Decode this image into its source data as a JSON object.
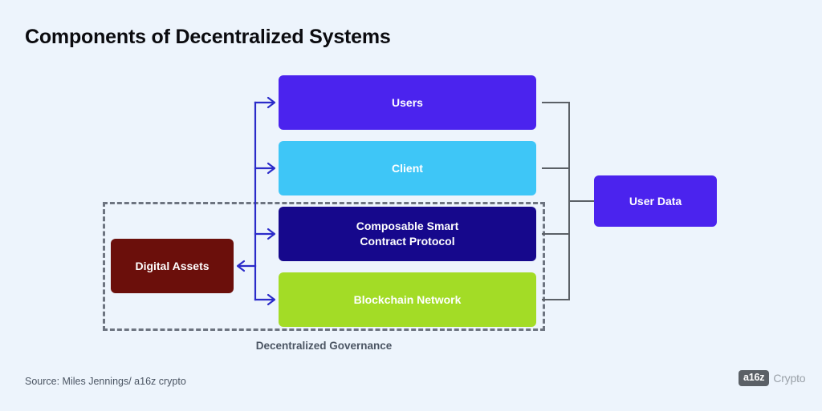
{
  "page": {
    "title": "Components of Decentralized Systems",
    "background_color": "#edf4fc"
  },
  "diagram": {
    "type": "block-diagram",
    "governance": {
      "caption": "Decentralized Governance",
      "border_style": "dashed",
      "border_color": "#6d7480",
      "contains": [
        "Digital Assets",
        "Composable Smart Contract Protocol",
        "Blockchain Network"
      ]
    },
    "stack_nodes": [
      {
        "label": "Users",
        "color": "#4b23ee",
        "text_color": "#ffffff"
      },
      {
        "label": "Client",
        "color": "#3ec6f7",
        "text_color": "#ffffff"
      },
      {
        "label_line1": "Composable Smart",
        "label_line2": "Contract Protocol",
        "color": "#16088c",
        "text_color": "#ffffff"
      },
      {
        "label": "Blockchain Network",
        "color": "#a3dc26",
        "text_color": "#ffffff"
      }
    ],
    "side_nodes": [
      {
        "label": "Digital Assets",
        "color": "#6b0f0b",
        "text_color": "#ffffff",
        "position": "left"
      },
      {
        "label": "User Data",
        "color": "#4b23ee",
        "text_color": "#ffffff",
        "position": "right"
      }
    ],
    "connectors": {
      "left_rail_color": "#2b2bc9",
      "right_bracket_color": "#5b6066",
      "left_arrow_targets": [
        "Users",
        "Client",
        "Composable Smart Contract Protocol",
        "Blockchain Network"
      ],
      "left_arrow_back_target": "Digital Assets",
      "right_bracket_sources": [
        "Users",
        "Client",
        "Composable Smart Contract Protocol",
        "Blockchain Network"
      ],
      "right_bracket_target": "User Data"
    }
  },
  "footer": {
    "source": "Source:  Miles Jennings/ a16z crypto",
    "logo_mark": "a16z",
    "logo_word": "Crypto"
  }
}
